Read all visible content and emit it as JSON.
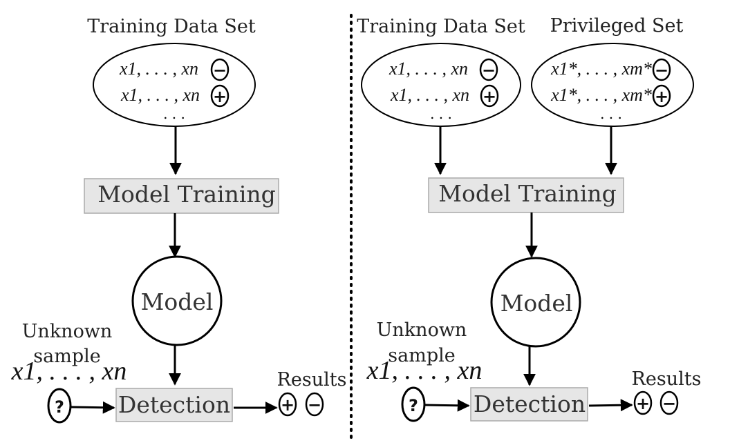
{
  "left": {
    "title": "Training Data Set",
    "data_rows": [
      {
        "text": "x1, . . . , xn",
        "sign": "−"
      },
      {
        "text": "x1, . . . , xn",
        "sign": "+"
      }
    ],
    "ellipsis": ". . .",
    "training_label": "Model Training",
    "model_label": "Model",
    "unknown_label_line1": "Unknown",
    "unknown_label_line2": "sample",
    "unknown_vector": "x1, . . . , xn",
    "unknown_symbol": "?",
    "detection_label": "Detection",
    "results_label": "Results",
    "result_signs": [
      "+",
      "−"
    ]
  },
  "right": {
    "title": "Training Data Set",
    "data_rows": [
      {
        "text": "x1, . . . , xn",
        "sign": "−"
      },
      {
        "text": "x1, . . . , xn",
        "sign": "+"
      }
    ],
    "ellipsis": ". . .",
    "privileged_title": "Privileged Set",
    "privileged_rows": [
      {
        "text": "x1*, . . . , xm*",
        "sign": "−"
      },
      {
        "text": "x1*, . . . , xm*",
        "sign": "+"
      }
    ],
    "privileged_ellipsis": ". . .",
    "training_label": "Model Training",
    "model_label": "Model",
    "unknown_label_line1": "Unknown",
    "unknown_label_line2": "sample",
    "unknown_vector": "x1, . . . , xn",
    "unknown_symbol": "?",
    "detection_label": "Detection",
    "results_label": "Results",
    "result_signs": [
      "+",
      "−"
    ]
  }
}
